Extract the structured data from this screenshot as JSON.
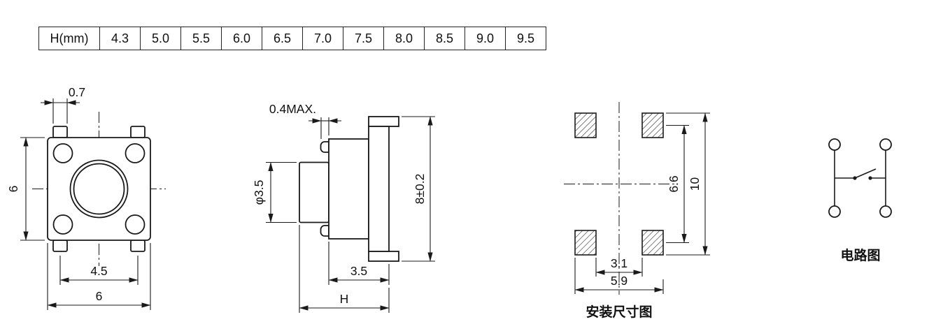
{
  "page": {
    "background": "#ffffff",
    "line_color": "#1a1a1a"
  },
  "table": {
    "header": "H(mm)",
    "values": [
      "4.3",
      "5.0",
      "5.5",
      "6.0",
      "6.5",
      "7.0",
      "7.5",
      "8.0",
      "8.5",
      "9.0",
      "9.5"
    ]
  },
  "top_view": {
    "dim_terminal_width": "0.7",
    "dim_body_height": "6",
    "dim_lead_span": "4.5",
    "dim_body_width": "6"
  },
  "side_view": {
    "dim_rivet_max": "0.4MAX.",
    "dim_stem_diameter": "φ3.5",
    "dim_frame_span": "8±0.2",
    "dim_base_depth": "3.5",
    "dim_total_height": "H"
  },
  "mounting_view": {
    "dim_pad_center_span": "6.6",
    "dim_outer_span": "10",
    "dim_inner_gap": "3.1",
    "dim_pad_outer_width": "5.9",
    "caption": "安装尺寸图"
  },
  "circuit_view": {
    "caption": "电路图"
  }
}
